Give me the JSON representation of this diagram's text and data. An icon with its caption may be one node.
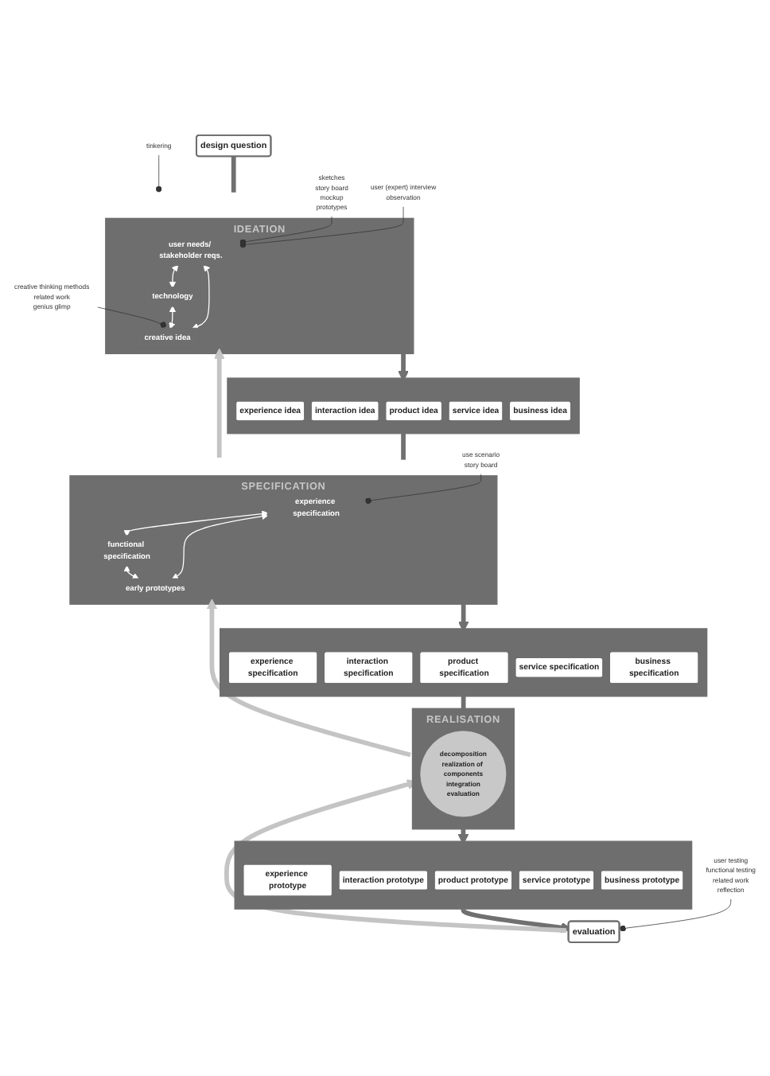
{
  "diagram": {
    "nodes": [
      {
        "text": [
          "design question"
        ]
      },
      {
        "text": [
          "IDEATION"
        ]
      },
      {
        "text": [
          "user needs/ stakeholder reqs."
        ],
        "in": 1
      },
      {
        "text": [
          "technology"
        ],
        "in": 1
      },
      {
        "text": [
          "creative idea"
        ],
        "in": 1
      },
      {
        "text": [
          "user (expert) interview",
          "observation"
        ]
      },
      {
        "text": [
          "sketches",
          "story board",
          "mockup",
          "prototypes"
        ]
      },
      {
        "text": [
          "tinkering"
        ]
      },
      {
        "text": [
          "creative thinking methods",
          "related work",
          "genius glimp"
        ]
      },
      {
        "text": [],
        "shape": "bar"
      },
      {
        "text": [
          "experience idea"
        ],
        "in": 9
      },
      {
        "text": [
          "interaction idea"
        ],
        "in": 9
      },
      {
        "text": [
          "product idea"
        ],
        "in": 9
      },
      {
        "text": [
          "service idea"
        ],
        "in": 9
      },
      {
        "text": [
          "business idea"
        ],
        "in": 9
      },
      {
        "text": [
          "SPECIFICATION"
        ]
      },
      {
        "text": [
          "experience specification"
        ],
        "in": 15
      },
      {
        "text": [
          "functional specification"
        ],
        "in": 15
      },
      {
        "text": [
          "early prototypes"
        ],
        "in": 15
      },
      {
        "text": [
          "use scenario",
          "story board"
        ]
      },
      {
        "text": [],
        "shape": "bar"
      },
      {
        "text": [
          "experience specification"
        ],
        "in": 20
      },
      {
        "text": [
          "interaction specification"
        ],
        "in": 20
      },
      {
        "text": [
          "product specification"
        ],
        "in": 20
      },
      {
        "text": [
          "service specification"
        ],
        "in": 20
      },
      {
        "text": [
          "business specification"
        ],
        "in": 20
      },
      {
        "text": [
          "REALISATION"
        ]
      },
      {
        "text": [
          "decomposition",
          "realization of components",
          "integration",
          "evaluation"
        ],
        "in": 26
      },
      {
        "text": [],
        "shape": "bar"
      },
      {
        "text": [
          "experience prototype"
        ],
        "in": 28
      },
      {
        "text": [
          "interaction prototype"
        ],
        "in": 28
      },
      {
        "text": [
          "product prototype"
        ],
        "in": 28
      },
      {
        "text": [
          "service prototype"
        ],
        "in": 28
      },
      {
        "text": [
          "business prototype"
        ],
        "in": 28
      },
      {
        "text": [
          "evaluation"
        ]
      },
      {
        "text": [
          "user testing",
          "functional testing",
          "related work",
          "reflection"
        ]
      }
    ],
    "edges": [
      {
        "from": 0,
        "to": 1,
        "arrow": "none",
        "style": "thick",
        "color": "#707070"
      },
      {
        "from": 2,
        "to": 3,
        "arrow": "both",
        "color": "#ffffff"
      },
      {
        "from": 2,
        "to": 4,
        "arrow": "both",
        "color": "#ffffff"
      },
      {
        "from": 3,
        "to": 4,
        "arrow": "both",
        "color": "#ffffff"
      },
      {
        "from": 5,
        "to": 2,
        "arrow": "other",
        "color": "#333333"
      },
      {
        "from": 6,
        "to": 2,
        "arrow": "other",
        "color": "#333333"
      },
      {
        "from": 7,
        "to": 1,
        "arrow": "other",
        "color": "#333333"
      },
      {
        "from": 8,
        "to": 4,
        "arrow": "other",
        "color": "#333333"
      },
      {
        "from": 1,
        "to": 9,
        "arrow": "to",
        "style": "thick",
        "color": "#707070"
      },
      {
        "from": 9,
        "to": 15,
        "arrow": "none",
        "style": "thick",
        "color": "#707070"
      },
      {
        "from": 16,
        "to": 17,
        "arrow": "both",
        "color": "#ffffff"
      },
      {
        "from": 16,
        "to": 18,
        "arrow": "both",
        "color": "#ffffff"
      },
      {
        "from": 17,
        "to": 18,
        "arrow": "both",
        "color": "#ffffff"
      },
      {
        "from": 19,
        "to": 16,
        "arrow": "other",
        "color": "#333333"
      },
      {
        "from": 15,
        "to": 20,
        "arrow": "to",
        "style": "thick",
        "color": "#707070"
      },
      {
        "from": 20,
        "to": 26,
        "arrow": "none",
        "style": "thick",
        "color": "#707070"
      },
      {
        "from": 26,
        "to": 28,
        "arrow": "to",
        "style": "thick",
        "color": "#707070"
      },
      {
        "from": 28,
        "to": 34,
        "arrow": "to",
        "style": "thick",
        "color": "#707070"
      },
      {
        "from": 35,
        "to": 34,
        "arrow": "other",
        "color": "#333333"
      },
      {
        "from": 34,
        "to": 26,
        "arrow": "to",
        "style": "thick",
        "color": "#c4c4c4"
      },
      {
        "from": 26,
        "to": 15,
        "arrow": "to",
        "style": "thick",
        "color": "#c4c4c4"
      },
      {
        "from": 15,
        "to": 1,
        "arrow": "to",
        "style": "thick",
        "color": "#c4c4c4"
      }
    ]
  }
}
